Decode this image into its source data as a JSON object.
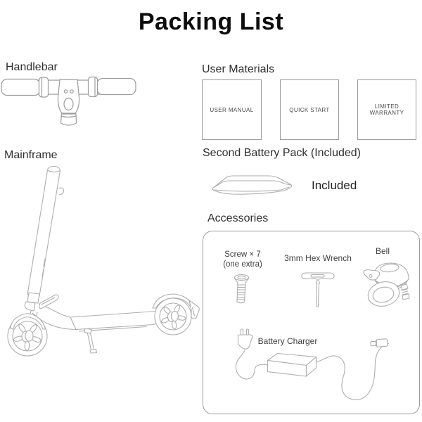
{
  "title": "Packing List",
  "handlebar": {
    "label": "Handlebar"
  },
  "user_materials": {
    "label": "User Materials",
    "boxes": [
      "USER MANUAL",
      "QUICK START",
      "LIMITED WARRANTY"
    ]
  },
  "mainframe": {
    "label": "Mainframe"
  },
  "second_battery": {
    "label": "Second Battery Pack (Included)",
    "status": "Included"
  },
  "accessories": {
    "label": "Accessories",
    "screw_label": "Screw × 7",
    "screw_sublabel": "(one extra)",
    "wrench_label": "3mm Hex Wrench",
    "bell_label": "Bell",
    "charger_label": "Battery Charger"
  },
  "illustrations": {
    "handlebar": "handlebar-line-art",
    "mainframe": "scooter-mainframe-line-art",
    "battery_pack": "battery-pack-line-art",
    "screw": "screw-line-art",
    "hex_wrench": "hex-wrench-line-art",
    "bell": "bell-line-art",
    "charger": "battery-charger-line-art"
  },
  "colors": {
    "line": "#aeaeae",
    "line_dark": "#9c9c9c",
    "border": "#9b9b9b",
    "heading": "#2f2f2f",
    "title": "#0d0d0d",
    "box_text": "#4a4a4a"
  }
}
